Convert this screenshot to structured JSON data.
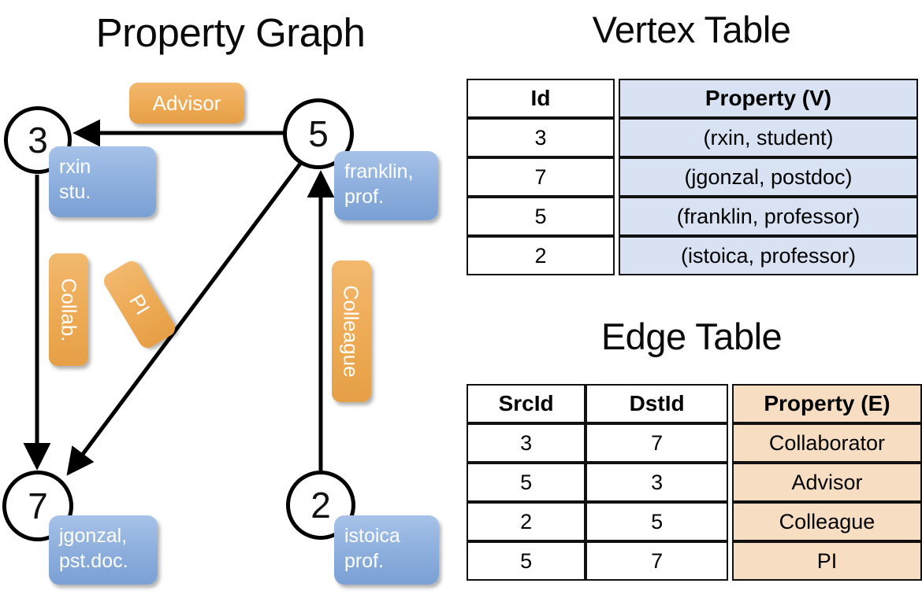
{
  "titles": {
    "property_graph": "Property Graph",
    "vertex_table": "Vertex Table",
    "edge_table": "Edge Table"
  },
  "colors": {
    "node_fill": "#ffffff",
    "node_stroke": "#000000",
    "vertex_property_bg": "#d8e2f3",
    "edge_property_bg": "#f7ddc2",
    "edge_label_orange": "#eeab56",
    "vertex_box_blue": "#8fb0de"
  },
  "graph": {
    "nodes": [
      {
        "id": "3",
        "prop_lines": [
          "rxin",
          "stu."
        ]
      },
      {
        "id": "5",
        "prop_lines": [
          "franklin,",
          "prof."
        ]
      },
      {
        "id": "7",
        "prop_lines": [
          "jgonzal,",
          "pst.doc."
        ]
      },
      {
        "id": "2",
        "prop_lines": [
          "istoica",
          "prof."
        ]
      }
    ],
    "edge_labels": [
      {
        "name": "advisor",
        "text": "Advisor"
      },
      {
        "name": "collab",
        "text": "Collab."
      },
      {
        "name": "pi",
        "text": "PI"
      },
      {
        "name": "colleague",
        "text": "Colleague"
      }
    ]
  },
  "vertex_table": {
    "headers": [
      "Id",
      "Property (V)"
    ],
    "rows": [
      {
        "id": "3",
        "property": "(rxin, student)"
      },
      {
        "id": "7",
        "property": "(jgonzal, postdoc)"
      },
      {
        "id": "5",
        "property": "(franklin, professor)"
      },
      {
        "id": "2",
        "property": "(istoica, professor)"
      }
    ]
  },
  "edge_table": {
    "headers": [
      "SrcId",
      "DstId",
      "Property (E)"
    ],
    "rows": [
      {
        "src": "3",
        "dst": "7",
        "property": "Collaborator"
      },
      {
        "src": "5",
        "dst": "3",
        "property": "Advisor"
      },
      {
        "src": "2",
        "dst": "5",
        "property": "Colleague"
      },
      {
        "src": "5",
        "dst": "7",
        "property": "PI"
      }
    ]
  }
}
